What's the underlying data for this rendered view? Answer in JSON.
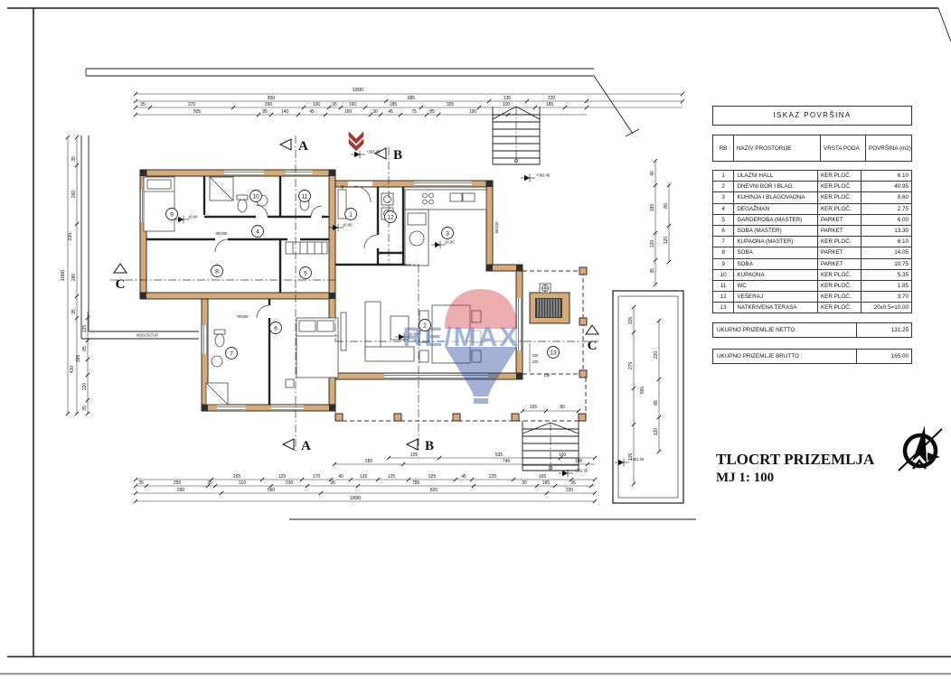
{
  "colors": {
    "wall": "#d6ab79",
    "line": "#1a1a1a",
    "entry_marker_red": "#b3342e",
    "watermark_red": "#cf3339",
    "watermark_blue": "#27459c",
    "watermark_text_blue": "#5b79bd"
  },
  "plan": {
    "watermark": "RE/MAX",
    "labels": {
      "nogostup": "NOGOSTUP"
    },
    "rooms": {
      "r1": "1",
      "r2": "2",
      "r3": "3",
      "r4": "4",
      "r5": "5",
      "r6": "6",
      "r7": "7",
      "r8": "8",
      "r9": "9",
      "r10": "10",
      "r11": "11",
      "r12": "12",
      "r13": "13"
    },
    "sections": {
      "a": "A",
      "b": "B",
      "c": "C"
    },
    "elevations": {
      "entry": "+363.45",
      "top_right": "+363.45",
      "stair": "+362.50",
      "parcel": "+361.00",
      "zero": "±0.00"
    },
    "doors": {
      "d1": "70/200",
      "d2": "80/200",
      "d3": "100/210+45",
      "win1": "80/120"
    },
    "dims": {
      "top_total": "1890",
      "top2": [
        "850",
        "685",
        "135",
        "220"
      ],
      "top3": [
        "35",
        "370",
        "290",
        "100",
        "35",
        "160",
        "185",
        "305",
        "100",
        "185"
      ],
      "top4": [
        "505",
        "85",
        "140",
        "45",
        "160",
        "30",
        "45",
        "75",
        "85",
        "190"
      ],
      "left_total": "1060",
      "left2": [
        "35",
        "260",
        "630",
        "280",
        "35"
      ],
      "left3": [
        "125",
        "85",
        "395",
        "430",
        "220",
        "35"
      ],
      "bottom1": [
        "105",
        "535",
        "100"
      ],
      "bottom2": [
        "285",
        "745",
        "105"
      ],
      "bottom3": [
        "265",
        "125",
        "170",
        "40",
        "125",
        "125",
        "225",
        "45",
        "225",
        "165"
      ],
      "bottom4": [
        "35",
        "255",
        "35",
        "110",
        "230",
        "35",
        "785",
        "30",
        "185",
        "35"
      ],
      "bottom5": [
        "290",
        "560",
        "820",
        "220"
      ],
      "bottom_total": "1890",
      "right1": [
        "40",
        "180",
        "120",
        "35"
      ],
      "right2": [
        "80",
        "120"
      ],
      "parcel1": [
        "105",
        "275",
        "550",
        "105"
      ],
      "parcel2": [
        "220",
        "85",
        "120"
      ],
      "terrace": [
        "220",
        "220",
        "140",
        "105",
        "80"
      ]
    }
  },
  "titleblock": {
    "table_title": "ISKAZ POVRŠINA",
    "headers": [
      "RB",
      "NAZIV PROSTORIJE",
      "VRSTA PODA",
      "POVRŠINA (m2)"
    ],
    "rows": [
      [
        "1",
        "ULAZNI HALL",
        "KER.PLOČ.",
        "6.10"
      ],
      [
        "2",
        "DNEVNI BOR I BLAG.",
        "KER.PLOČ.",
        "40.95"
      ],
      [
        "3",
        "KUHINJA I BLAGOVAONA",
        "KER.PLOČ.",
        "9.60"
      ],
      [
        "4",
        "DEGAŽMAN",
        "KER.PLOČ.",
        "2.75"
      ],
      [
        "5",
        "GARDEROBA (MASTER)",
        "PARKET",
        "6.00"
      ],
      [
        "6",
        "SOBA (MASTER)",
        "PARKET",
        "13.30"
      ],
      [
        "7",
        "KUPAONA (MASTER)",
        "KER.PLOČ.",
        "6.10"
      ],
      [
        "8",
        "SOBA",
        "PARKET",
        "14.05"
      ],
      [
        "9",
        "SOBA",
        "PARKET",
        "10.75"
      ],
      [
        "10",
        "KUPAONA",
        "KER.PLOČ.",
        "5.35"
      ],
      [
        "11",
        "WC",
        "KER.PLOČ.",
        "1.85"
      ],
      [
        "12",
        "VEŠERAJ",
        "KER.PLOČ.",
        "3.70"
      ],
      [
        "13",
        "NATKRIVENA TERASA",
        "KER.PLOČ.",
        "20x0.5=10.00"
      ]
    ],
    "netto_label": "UKUPNO PRIZEMLJE NETTO :",
    "netto_value": "131.25",
    "brutto_label": "UKUPNO PRIZEMLJE BRUTTO :",
    "brutto_value": "165.00",
    "drawing_title": "TLOCRT PRIZEMLJA",
    "scale": "MJ 1: 100"
  }
}
